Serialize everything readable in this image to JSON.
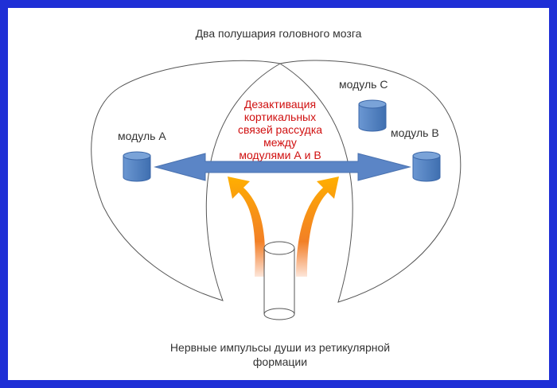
{
  "title": "Два полушария головного мозга",
  "bottom_text": [
    "Нервные импульсы души из ретикулярной",
    "формации"
  ],
  "modules": {
    "a": "модуль А",
    "b": "модуль В",
    "c": "модуль С"
  },
  "center_text": [
    "Дезактивация",
    "кортикальных",
    "связей рассудка",
    "между",
    "модулями А и В"
  ],
  "colors": {
    "border": "#1f2fd6",
    "arrow": "#5b85c6",
    "cylinder": "#4f7fc0",
    "red_text": "#d01010",
    "orange": "#f07a10"
  }
}
